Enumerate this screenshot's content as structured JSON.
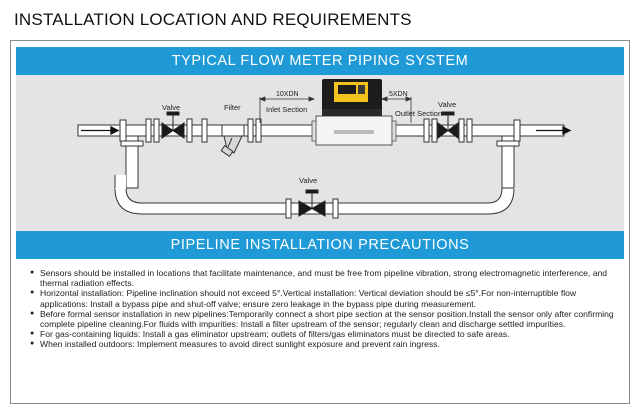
{
  "page": {
    "title": "INSTALLATION LOCATION AND REQUIREMENTS"
  },
  "diagram_section": {
    "heading": "TYPICAL FLOW METER PIPING SYSTEM",
    "labels": {
      "valve_left": "Valve",
      "filter": "Filter",
      "upstream_length": "10XDN",
      "inlet_section": "Inlet Section",
      "downstream_length": "5XDN",
      "valve_right": "Valve",
      "outlet_section": "Outlet Section",
      "valve_bypass": "Valve"
    },
    "colors": {
      "panel": "#e4e4e4",
      "pipe": "#ffffff",
      "meter_display": "#f2c21a",
      "meter_body": "#1c1c1c"
    }
  },
  "precautions_section": {
    "heading": "PIPELINE INSTALLATION PRECAUTIONS",
    "items": [
      "Sensors should be installed in locations that facilitate maintenance, and must be free from pipeline vibration, strong electromagnetic interference, and thermal radiation effects.",
      "Horizontal installation: Pipeline inclination should not exceed 5°.Vertical installation: Vertical deviation should be ≤5°.For non-interruptible flow applications: Install a bypass pipe and shut-off valve; ensure zero leakage in the bypass pipe during measurement.",
      "Before formal sensor installation in new pipelines:Temporarily connect a short pipe section at the sensor position.Install the sensor only after confirming complete pipeline cleaning.For fluids with impurities: Install a filter upstream of the sensor; regularly clean and discharge settled impurities.",
      "For gas-containing liquids: Install a gas eliminator upstream; outlets of filters/gas eliminators must be directed to safe areas.",
      "When installed outdoors: Implement measures to avoid direct sunlight exposure and prevent rain ingress."
    ]
  },
  "theme": {
    "banner_color": "#1f9ad6",
    "banner_text_color": "#ffffff",
    "frame_border": "#8a8a8a"
  }
}
